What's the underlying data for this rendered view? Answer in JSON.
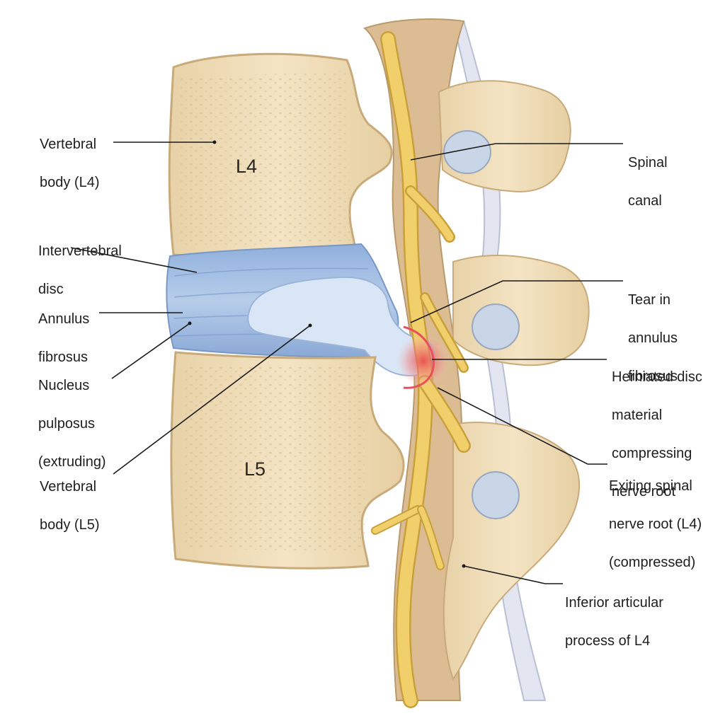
{
  "vertebra_labels": {
    "upper": "L4",
    "lower": "L5"
  },
  "callouts": {
    "vertebral_body_l4": [
      "Vertebral",
      "body (L4)"
    ],
    "intervertebral_disc": [
      "Intervertebral",
      "disc"
    ],
    "annulus_fibrosus": [
      "Annulus",
      "fibrosus"
    ],
    "nucleus_pulposus": [
      "Nucleus",
      "pulposus",
      "(extruding)"
    ],
    "vertebral_body_l5": [
      "Vertebral",
      "body (L5)"
    ],
    "spinal_canal": [
      "Spinal",
      "canal"
    ],
    "tear_in_annulus": [
      "Tear in",
      "annulus",
      "fibrosus"
    ],
    "herniated_disc": [
      "Herniated disc",
      "material",
      "compressing",
      "nerve root"
    ],
    "exiting_nerve_root": [
      "Exiting spinal",
      "nerve root (L4)",
      "(compressed)"
    ],
    "inferior_articular_process": [
      "Inferior articular",
      "process of L4"
    ]
  },
  "colors": {
    "bone": "#f1dfbc",
    "bone_edge": "#c9aa7a",
    "disc": "#a9c3e6",
    "nucleus": "#d6e4f4",
    "nerve": "#f1cf6a",
    "nerve_edge": "#c9a03c",
    "canal": "#d9b88e",
    "inflammation": "#e8505a",
    "leader": "#1a1a1a"
  }
}
